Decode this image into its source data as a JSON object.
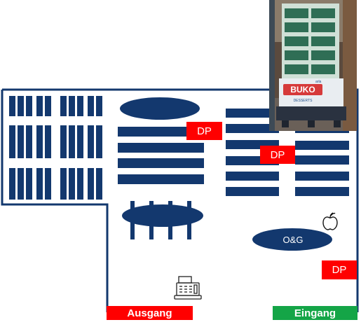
{
  "floorplan": {
    "colors": {
      "fixture": "#13386e",
      "wall": "#13386e",
      "display_promo": "#ff0000",
      "exit": "#ff0000",
      "entrance": "#14a547"
    },
    "labels": {
      "dp_1": "DP",
      "dp_2": "DP",
      "dp_3": "DP",
      "produce": "O&G",
      "exit": "Ausgang",
      "entrance": "Eingang"
    },
    "icons": {
      "produce": "apple-icon",
      "checkout": "cash-register-icon"
    },
    "photo": {
      "product_label": "BUKO",
      "brand_label": "arla",
      "sub_label": "DESSERTS"
    }
  }
}
